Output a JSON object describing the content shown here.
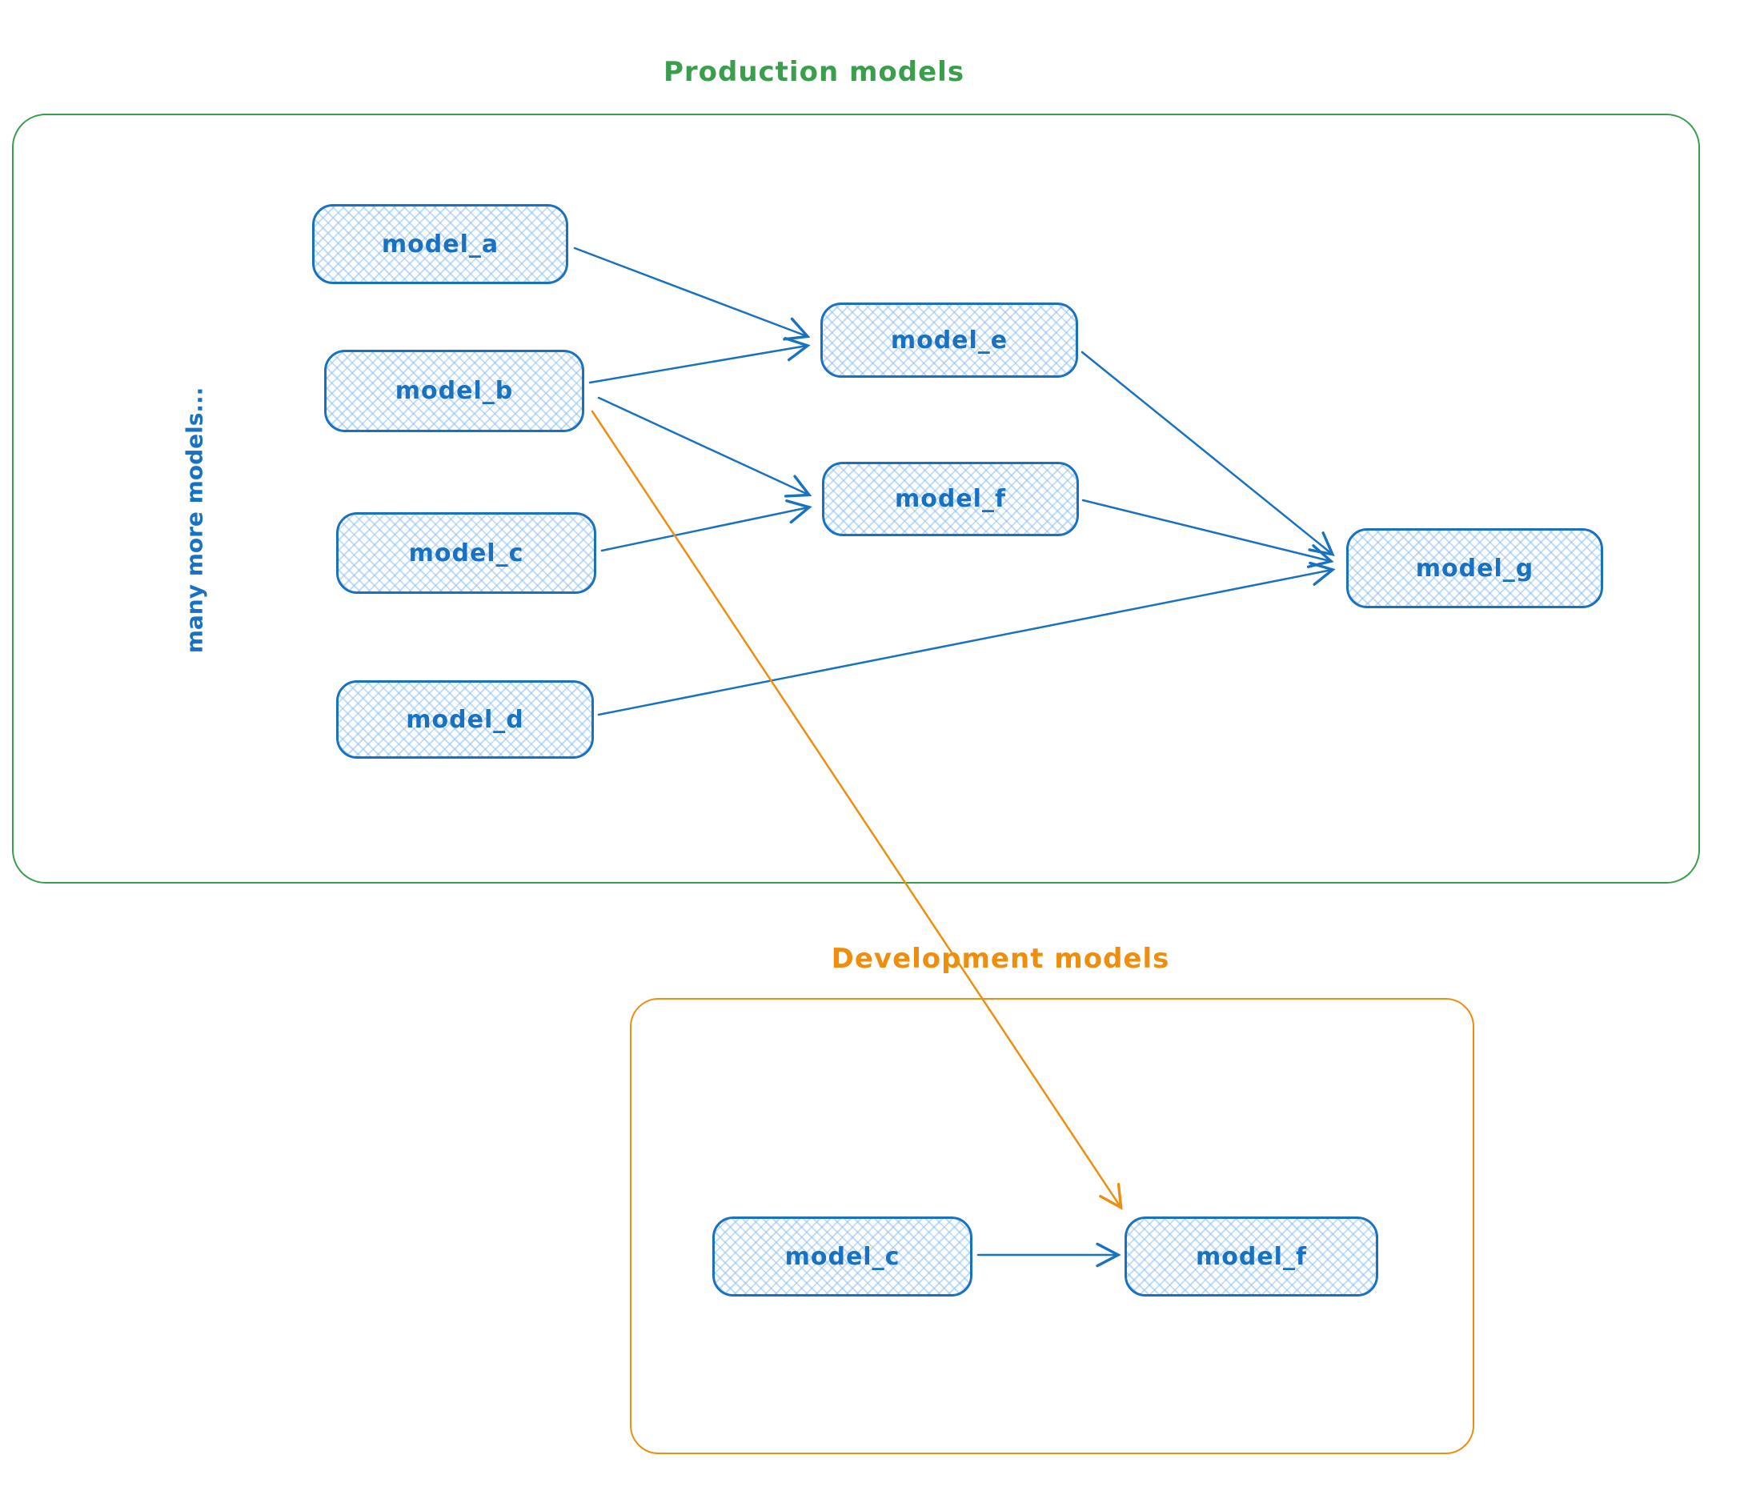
{
  "production": {
    "title": "Production models",
    "note": "many more models...",
    "nodes": {
      "a": "model_a",
      "b": "model_b",
      "c": "model_c",
      "d": "model_d",
      "e": "model_e",
      "f": "model_f",
      "g": "model_g"
    }
  },
  "development": {
    "title": "Development models",
    "nodes": {
      "c": "model_c",
      "f": "model_f"
    }
  },
  "edges": [
    {
      "from": "model_a",
      "to": "model_e",
      "color": "blue"
    },
    {
      "from": "model_b",
      "to": "model_e",
      "color": "blue"
    },
    {
      "from": "model_b",
      "to": "model_f",
      "color": "blue"
    },
    {
      "from": "model_c",
      "to": "model_f",
      "color": "blue"
    },
    {
      "from": "model_e",
      "to": "model_g",
      "color": "blue"
    },
    {
      "from": "model_f",
      "to": "model_g",
      "color": "blue"
    },
    {
      "from": "model_d",
      "to": "model_g",
      "color": "blue"
    },
    {
      "from": "production.model_b",
      "to": "development.model_f",
      "color": "orange"
    },
    {
      "from": "development.model_c",
      "to": "development.model_f",
      "color": "blue"
    }
  ],
  "colors": {
    "node_stroke": "#1971c2",
    "node_fill": "#a5d8ff",
    "production_border": "#3a9e4d",
    "development_border": "#ef8e0e"
  }
}
